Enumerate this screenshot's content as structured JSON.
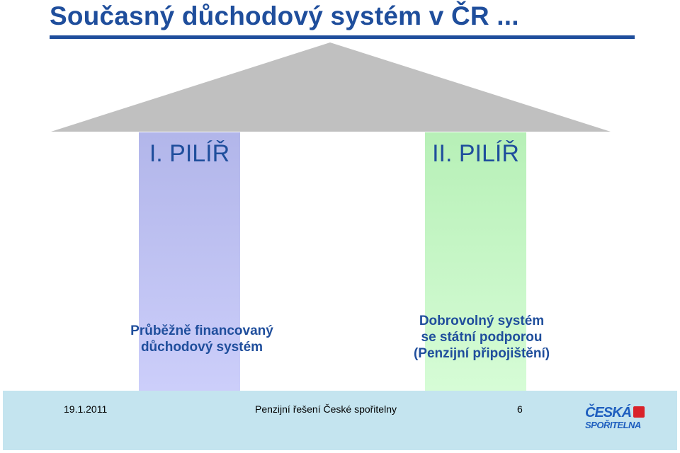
{
  "title": "Současný důchodový systém v ČR ...",
  "colors": {
    "title_blue": "#1f4e9c",
    "roof_gray": "#c0c0c0",
    "pillar_1": "#b8bcf0",
    "pillar_2": "#c8f8c8",
    "footer_bg": "#c4e4ef",
    "logo_blue": "#1f5fbf",
    "logo_red": "#d9222a"
  },
  "pillars": [
    {
      "label": "I. PILÍŘ",
      "description_lines": [
        "Průběžně financovaný",
        "důchodový systém"
      ]
    },
    {
      "label": "II. PILÍŘ",
      "description_lines": [
        "Dobrovolný systém",
        "se státní podporou",
        "(Penzijní připojištění)"
      ]
    }
  ],
  "footer": {
    "date": "19.1.2011",
    "center_text": "Penzijní řešení České spořitelny",
    "page_number": "6"
  },
  "logo": {
    "line1": "ČESKÁ",
    "line2": "SPOŘITELNA"
  }
}
